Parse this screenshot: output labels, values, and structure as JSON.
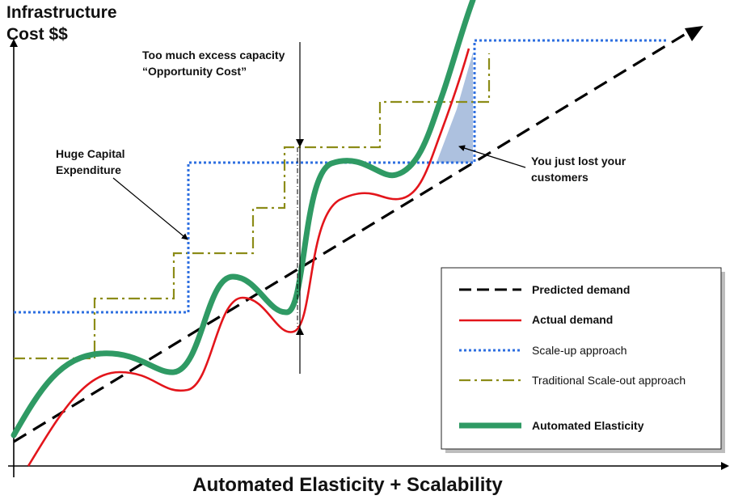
{
  "axes": {
    "y_label_line1": "Infrastructure",
    "y_label_line2": "Cost $$",
    "x_label": "Automated Elasticity + Scalability"
  },
  "annotations": {
    "excess_line1": "Too much excess capacity",
    "excess_line2": "“Opportunity Cost”",
    "capex_line1": "Huge Capital",
    "capex_line2": "Expenditure",
    "lost_line1": "You just lost your",
    "lost_line2": "customers"
  },
  "legend": {
    "items": [
      {
        "label": "Predicted demand",
        "style": "dashed-black"
      },
      {
        "label": "Actual demand",
        "style": "solid-red"
      },
      {
        "label": "Scale-up approach",
        "style": "dotted-blue"
      },
      {
        "label": "Traditional Scale-out approach",
        "style": "dashdot-olive"
      },
      {
        "label": "Automated Elasticity",
        "style": "thick-green"
      }
    ]
  },
  "colors": {
    "predicted": "#000000",
    "actual": "#e3151b",
    "scale_up": "#2e6fe0",
    "scale_out": "#8c8c18",
    "elasticity": "#2f9a64",
    "lost_area": "#9fb6d9"
  }
}
